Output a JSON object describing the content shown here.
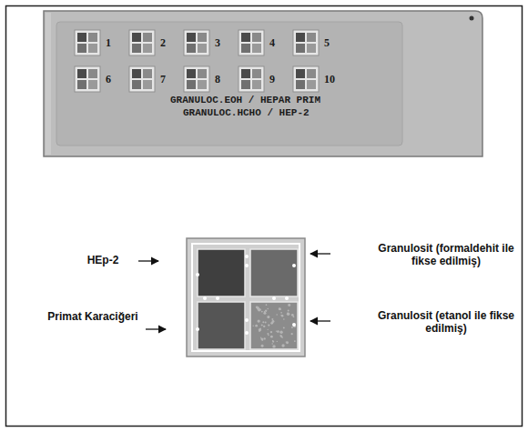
{
  "diagram": {
    "labels": [
      "1",
      "2",
      "3",
      "4",
      "5",
      "6",
      "7",
      "8",
      "9",
      "10",
      "GRANULOC.EOH / HEPAR PRIM",
      "GRANULOC.HCHO / HEP-2",
      "HEp-2",
      "Granulosit (formaldehit ile fikse edilmiş)",
      "Primat Karaciğeri",
      "Granulosit (etanol ile fikse edilmiş)"
    ]
  }
}
